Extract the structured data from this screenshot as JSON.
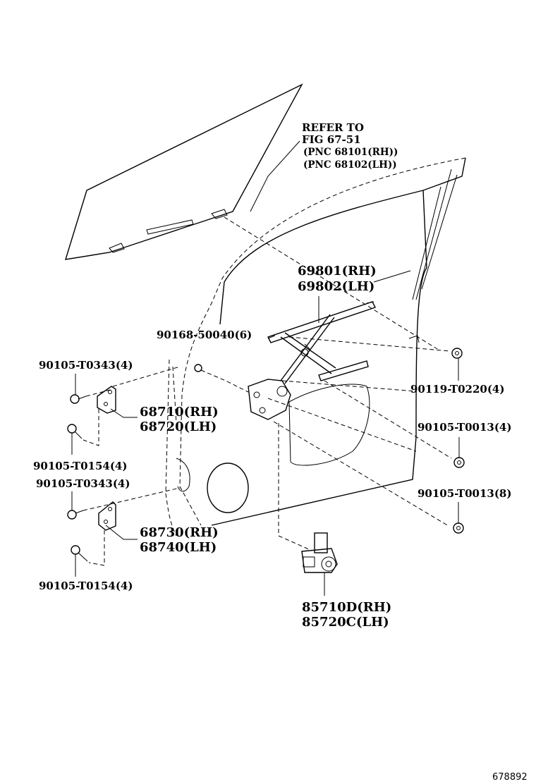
{
  "refer": {
    "line1": "REFER TO",
    "line2": "FIG 67-51",
    "line3": "(PNC 68101(RH))",
    "line4": "(PNC 68102(LH))"
  },
  "labels": {
    "regulator_rh": "69801(RH)",
    "regulator_lh": "69802(LH)",
    "bolt_50040": "90168-50040(6)",
    "bolt_t0343_a": "90105-T0343(4)",
    "bolt_t0154_a": "90105-T0154(4)",
    "bolt_t0343_b": "90105-T0343(4)",
    "bolt_t0154_b": "90105-T0154(4)",
    "hinge_upper_rh": "68710(RH)",
    "hinge_upper_lh": "68720(LH)",
    "hinge_lower_rh": "68730(RH)",
    "hinge_lower_lh": "68740(LH)",
    "bolt_t0220": "90119-T0220(4)",
    "bolt_t0013_a": "90105-T0013(4)",
    "bolt_t0013_b": "90105-T0013(8)",
    "motor_rh": "85710D(RH)",
    "motor_lh": "85720C(LH)"
  },
  "footer": {
    "illustration_number": "678892"
  },
  "icons": [
    "door-glass",
    "window-regulator",
    "regulator-motor",
    "door-hinge-upper",
    "door-hinge-lower",
    "door-panel",
    "bolt-icon",
    "nut-icon"
  ]
}
